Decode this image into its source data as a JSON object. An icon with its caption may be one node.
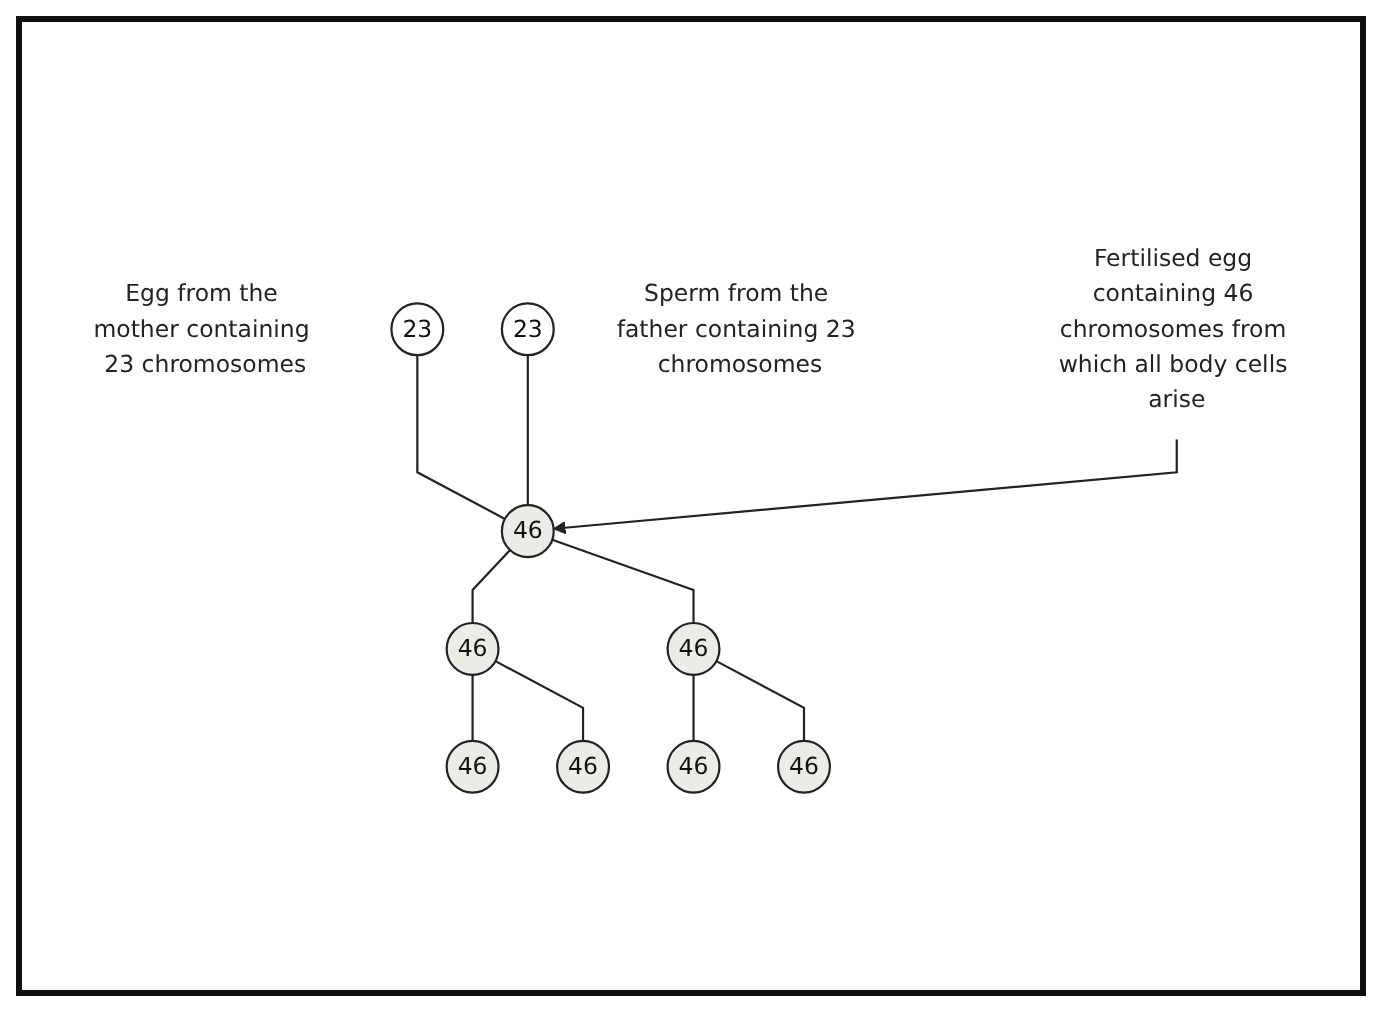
{
  "diagram": {
    "nodes": [
      {
        "text": [
          "23"
        ],
        "beside": [
          "Egg from the mother containing 23 chromosomes"
        ]
      },
      {
        "text": [
          "23"
        ],
        "beside": [
          "Sperm from the father containing 23 chromosomes"
        ]
      },
      {
        "text": [
          "46"
        ]
      },
      {
        "text": [
          "Fertilised egg containing 46 chromosomes from which all body cells arise"
        ]
      },
      {
        "text": [
          "46"
        ]
      },
      {
        "text": [
          "46"
        ]
      },
      {
        "text": [
          "46"
        ]
      },
      {
        "text": [
          "46"
        ]
      },
      {
        "text": [
          "46"
        ]
      },
      {
        "text": [
          "46"
        ]
      }
    ],
    "edges": [
      {
        "from": 0,
        "to": 2,
        "arrow": "none"
      },
      {
        "from": 1,
        "to": 2,
        "arrow": "none"
      },
      {
        "from": 3,
        "to": 2,
        "arrow": "to"
      },
      {
        "from": 2,
        "to": 4,
        "arrow": "none"
      },
      {
        "from": 2,
        "to": 5,
        "arrow": "none"
      },
      {
        "from": 4,
        "to": 6,
        "arrow": "none"
      },
      {
        "from": 4,
        "to": 7,
        "arrow": "none"
      },
      {
        "from": 5,
        "to": 8,
        "arrow": "none"
      },
      {
        "from": 5,
        "to": 9,
        "arrow": "none"
      }
    ]
  }
}
